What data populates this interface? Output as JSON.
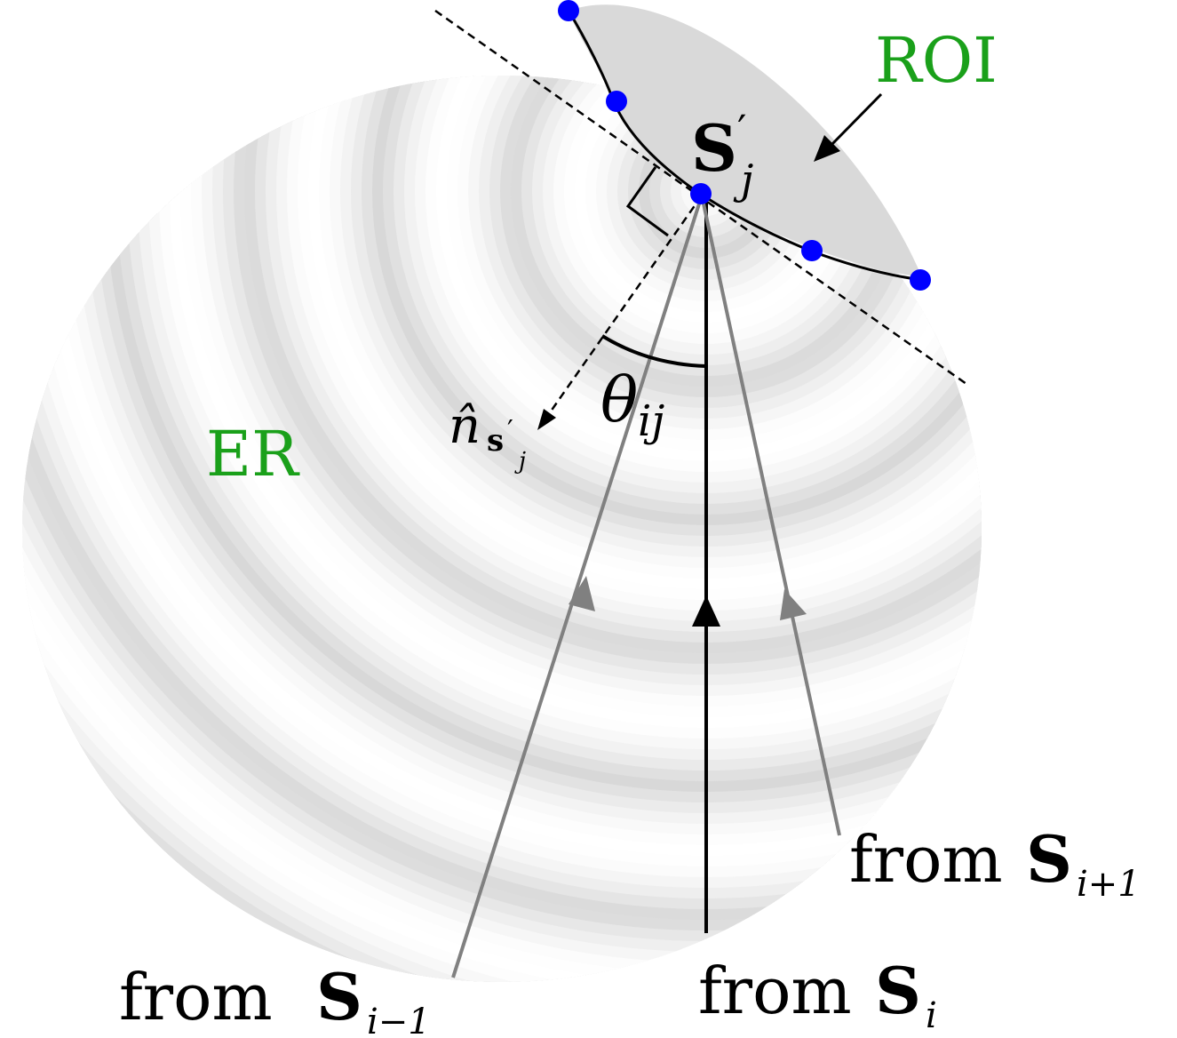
{
  "labels": {
    "roi": "ROI",
    "er": "ER",
    "s_prime": "S",
    "s_prime_sup": "′",
    "s_prime_sub": "j",
    "normal_n": "n̂",
    "normal_sub": "s",
    "normal_sub_sup": "′",
    "normal_sub_sub": "j",
    "theta": "θ",
    "theta_sub": "ij",
    "from_prefix": "from",
    "from_S": "S",
    "sub_i_minus_1": "i−1",
    "sub_i": "i",
    "sub_i_plus_1": "i+1"
  },
  "colors": {
    "label_green": "#1aa01a",
    "point_blue": "#0000ff",
    "ray_gray": "#808080",
    "ray_black": "#000000",
    "roi_fill": "#d9d9d9"
  }
}
